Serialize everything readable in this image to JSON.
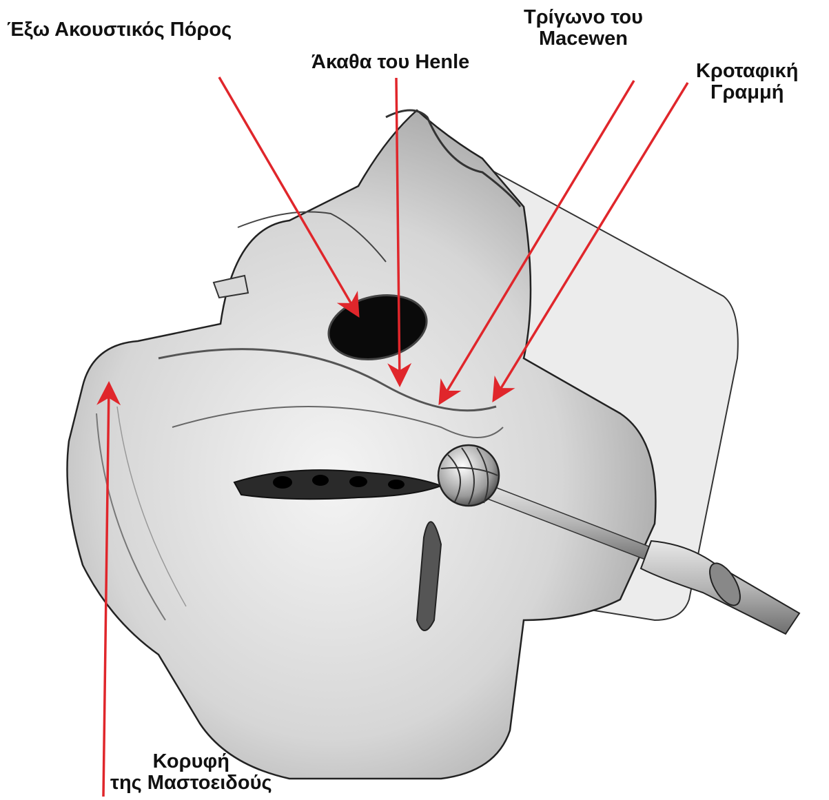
{
  "labels": {
    "external_canal": {
      "lines": [
        "Έξω Ακουστικός Πόρος"
      ]
    },
    "henle_spine": {
      "lines": [
        "Άκαθα του Henle"
      ]
    },
    "macewen_triangle": {
      "lines": [
        "Τρίγωνο του",
        "Macewen"
      ]
    },
    "temporal_line": {
      "lines": [
        "Κροταφική",
        "Γραμμή"
      ]
    },
    "mastoid_tip": {
      "lines": [
        "Κορυφή",
        "της Μαστοειδούς"
      ]
    }
  },
  "colors": {
    "arrow": "#e0262b",
    "ink": "#111111",
    "paper": "#ffffff"
  }
}
